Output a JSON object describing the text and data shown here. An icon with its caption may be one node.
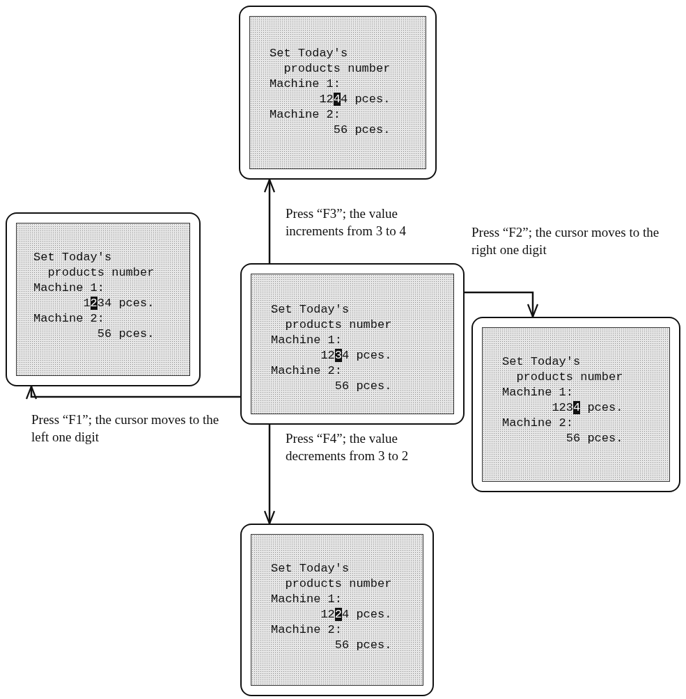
{
  "diagram": {
    "nodes": [
      {
        "text": [
          "Set Today's",
          "products number",
          "Machine 1:",
          "12**4**4 pces.",
          "Machine 2:",
          "56 pces."
        ]
      },
      {
        "text": [
          "Set Today's",
          "products number",
          "Machine 1:",
          "1**2**34 pces.",
          "Machine 2:",
          "56 pces."
        ]
      },
      {
        "text": [
          "Set Today's",
          "products number",
          "Machine 1:",
          "12**3**4 pces.",
          "Machine 2:",
          "56 pces."
        ]
      },
      {
        "text": [
          "Set Today's",
          "products number",
          "Machine 1:",
          "123**4** pces.",
          "Machine 2:",
          "56 pces."
        ]
      },
      {
        "text": [
          "Set Today's",
          "products number",
          "Machine 1:",
          "12**2**4 pces.",
          "Machine 2:",
          "56 pces."
        ]
      }
    ],
    "edges": [
      {
        "from": 2,
        "to": 0,
        "arrow": "to",
        "label": "Press “F3”; the value increments from 3 to 4"
      },
      {
        "from": 2,
        "to": 3,
        "arrow": "to",
        "label": "Press “F2”; the cursor moves to the right one digit"
      },
      {
        "from": 2,
        "to": 1,
        "arrow": "to",
        "label": "Press “F1”; the cursor moves to the left one digit"
      },
      {
        "from": 2,
        "to": 4,
        "arrow": "to",
        "label": "Press “F4”; the value decrements from 3 to 2"
      }
    ]
  }
}
